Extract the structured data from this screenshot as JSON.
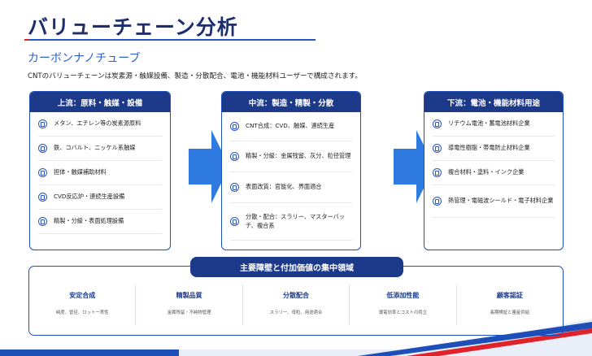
{
  "title": "バリューチェーン分析",
  "subtitle": "カーボンナノチューブ",
  "description": "CNTのバリューチェーンは炭素源・触媒設備、製造・分散配合、電池・機能材料ユーザーで構成されます。",
  "panels": [
    {
      "header": "上流：原料・触媒・設備",
      "items": [
        "メタン、エチレン等の炭素源原料",
        "鉄、コバルト、ニッケル系触媒",
        "担体・触媒補助材料",
        "CVD反応炉・連続生産設備",
        "精製・分級・表面処理設備"
      ]
    },
    {
      "header": "中流：製造・精製・分散",
      "items": [
        "CNT合成：CVD、触媒、連続生産",
        "精製・分級：金属残留、灰分、粒径管理",
        "表面改質：官能化、界面適合",
        "分散・配合：スラリー、マスターバッチ、複合系"
      ]
    },
    {
      "header": "下流：電池・機能材料用途",
      "items": [
        "リチウム電池・蓄電池材料企業",
        "導電性樹脂・帯電防止材料企業",
        "複合材料・塗料・インク企業",
        "熱管理・電磁波シールド・電子材料企業"
      ]
    }
  ],
  "bottom": {
    "badge": "主要障壁と付加価値の集中領域",
    "columns": [
      {
        "title": "安定合成",
        "desc": "純度、管径、ロット一貫性"
      },
      {
        "title": "精製品質",
        "desc": "金属残留・不純物管理"
      },
      {
        "title": "分散配合",
        "desc": "スラリー、母粒、用途適合"
      },
      {
        "title": "低添加性能",
        "desc": "導電効率とコストの両立"
      },
      {
        "title": "顧客認証",
        "desc": "長期検証と量産供給"
      }
    ]
  },
  "colors": {
    "navy": "#1d3a8a",
    "blue": "#2756c8",
    "accent_red": "#e0232a",
    "arrow_blue": "#2f7ae0"
  }
}
